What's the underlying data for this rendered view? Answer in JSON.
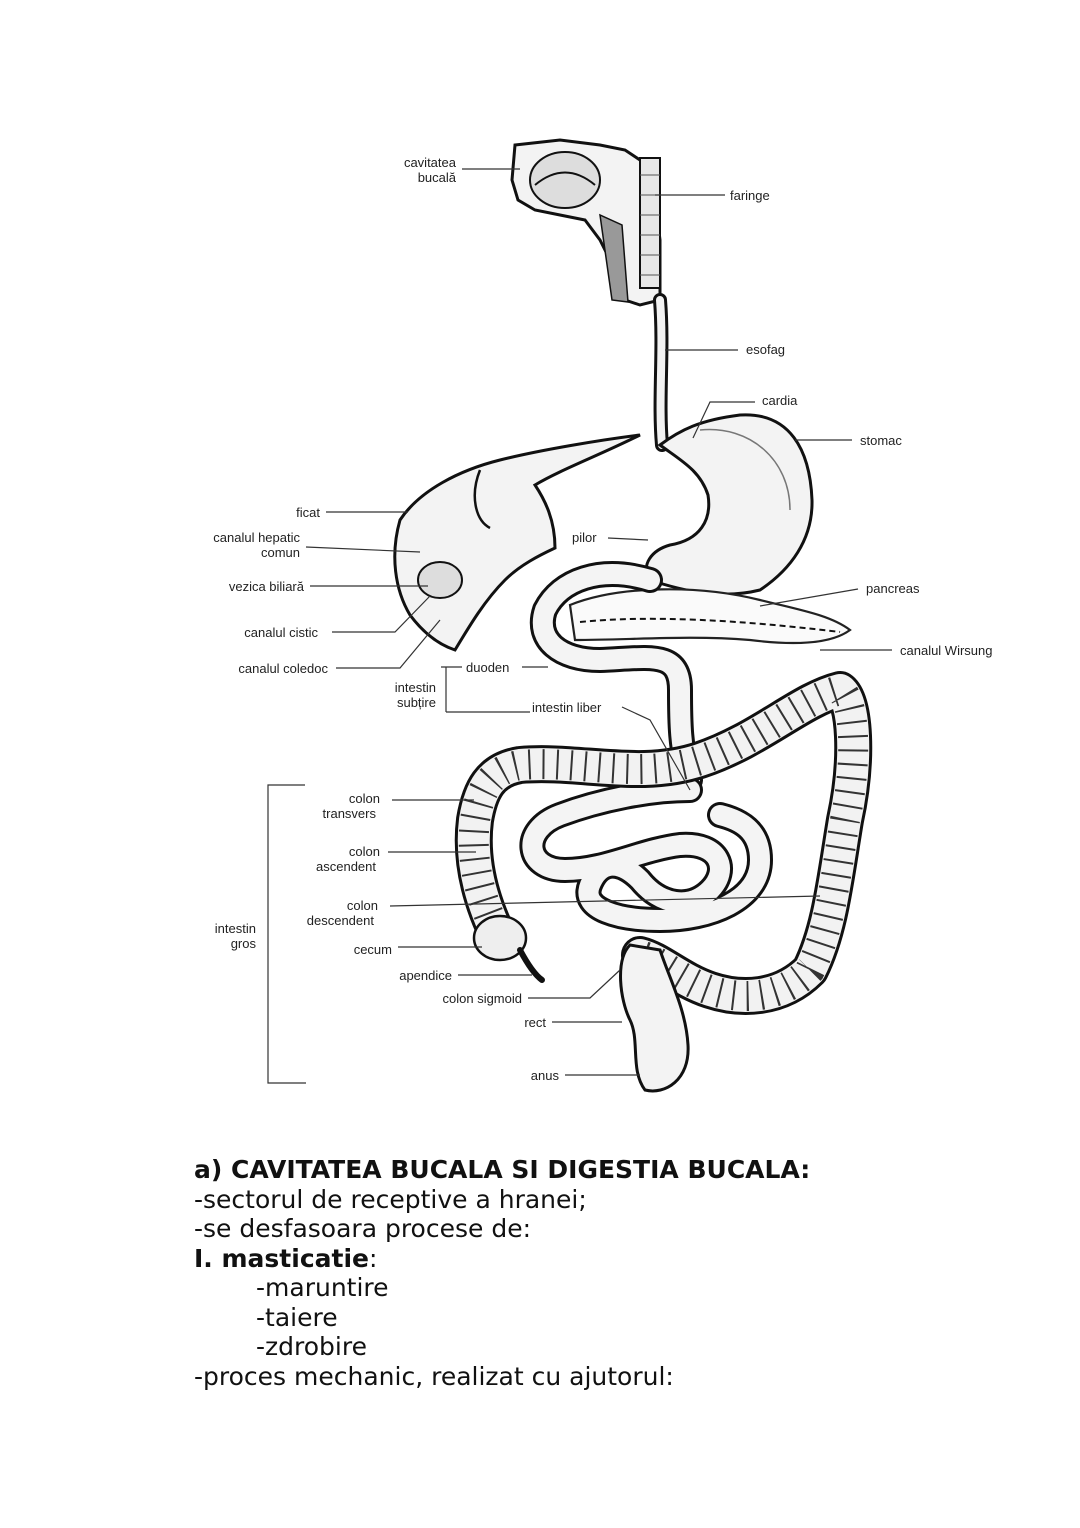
{
  "diagram": {
    "labels": {
      "cavitatea_bucala_1": "cavitatea",
      "cavitatea_bucala_2": "bucală",
      "faringe": "faringe",
      "esofag": "esofag",
      "cardia": "cardia",
      "stomac": "stomac",
      "ficat": "ficat",
      "canalul_hepatic_1": "canalul hepatic",
      "canalul_hepatic_2": "comun",
      "pilor": "pilor",
      "vezica_biliara": "vezica biliară",
      "pancreas": "pancreas",
      "canalul_cistic": "canalul cistic",
      "canalul_wirsung": "canalul Wirsung",
      "canalul_coledoc": "canalul coledoc",
      "duoden": "duoden",
      "intestin_subtire_1": "intestin",
      "intestin_subtire_2": "subțire",
      "intestin_liber": "intestin liber",
      "colon_transvers_1": "colon",
      "colon_transvers_2": "transvers",
      "colon_ascendent_1": "colon",
      "colon_ascendent_2": "ascendent",
      "colon_descendent_1": "colon",
      "colon_descendent_2": "descendent",
      "intestin_gros_1": "intestin",
      "intestin_gros_2": "gros",
      "cecum": "cecum",
      "apendice": "apendice",
      "colon_sigmoid": "colon sigmoid",
      "rect": "rect",
      "anus": "anus"
    }
  },
  "text": {
    "heading": "a) CAVITATEA BUCALA SI DIGESTIA BUCALA:",
    "line1": "-sectorul de receptive a hranei;",
    "line2": "-se desfasoara procese de:",
    "masticatie_bold": "I. masticatie",
    "masticatie_colon": ":",
    "item1": "-maruntire",
    "item2": "-taiere",
    "item3": "-zdrobire",
    "line3": "-proces mechanic, realizat cu ajutorul:"
  }
}
